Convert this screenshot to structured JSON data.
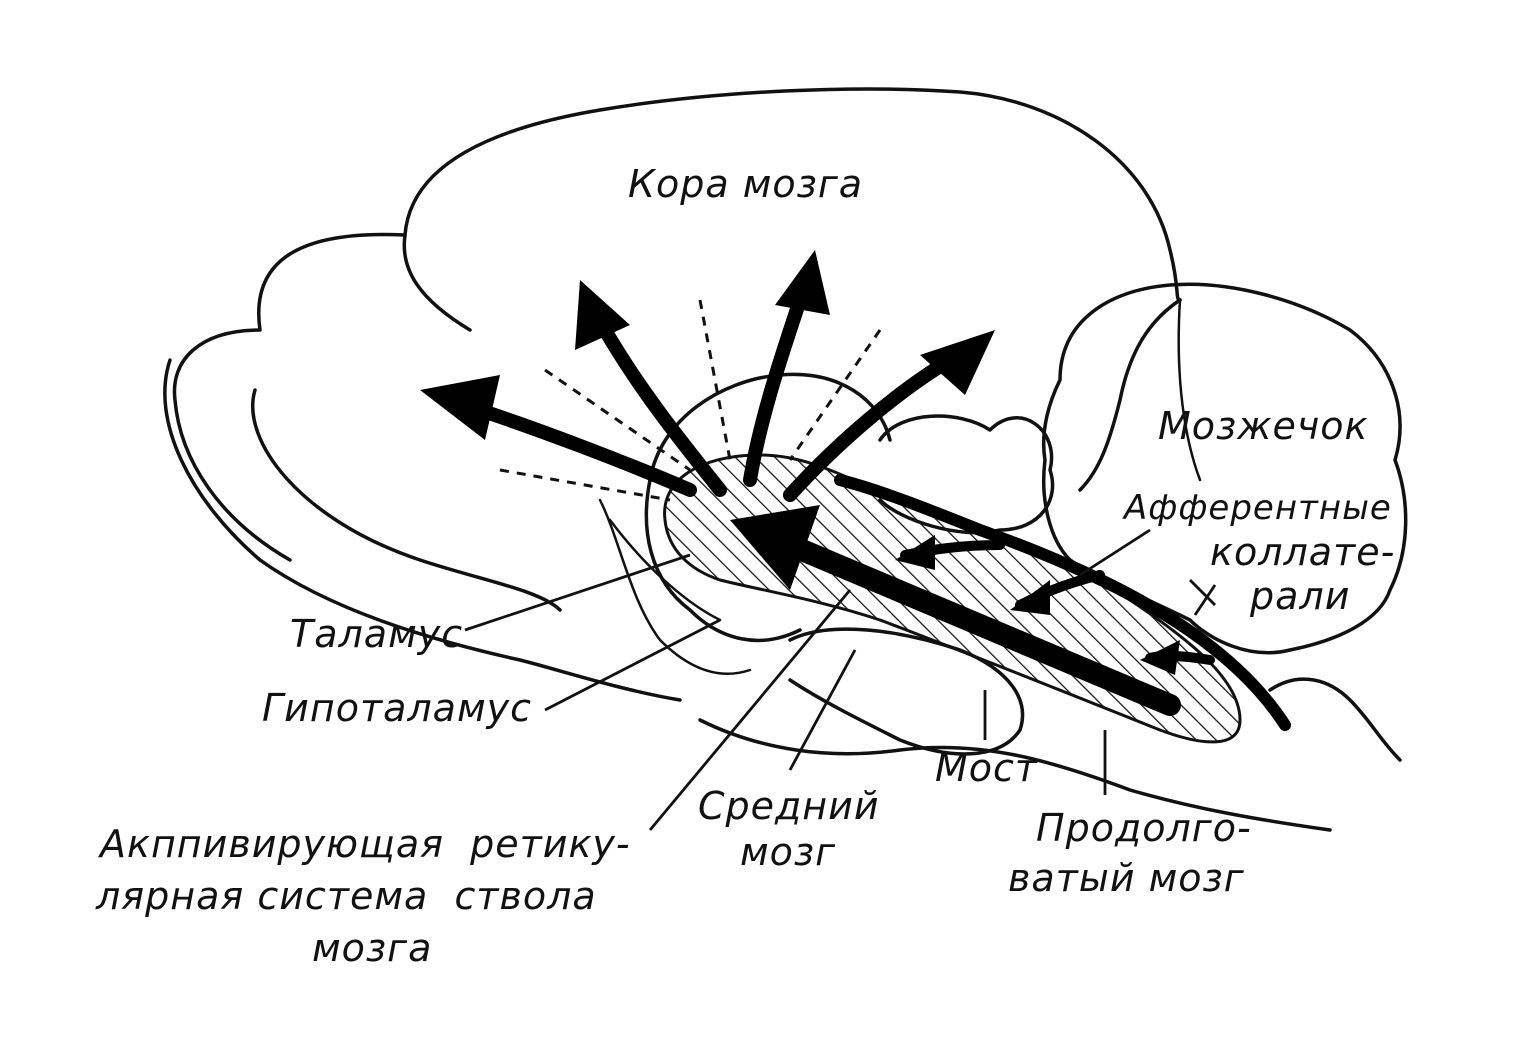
{
  "labels": {
    "cortex": "Кора мозга",
    "cerebellum": "Мозжечок",
    "afferent_l1": "Афферентные",
    "afferent_l2": "коллате-",
    "afferent_l3": "рали",
    "thalamus": "Таламус",
    "hypothalamus": "Гипоталамус",
    "pons": "Мост",
    "midbrain_l1": "Средний",
    "midbrain_l2": "мозг",
    "medulla_l1": "Продолго-",
    "medulla_l2": "ватый мозг",
    "ras_l1": "Акппивирующая  ретику-",
    "ras_l2": "лярная система  ствола",
    "ras_l3": "мозга"
  },
  "colors": {
    "ink": "#111111",
    "background": "#ffffff"
  }
}
